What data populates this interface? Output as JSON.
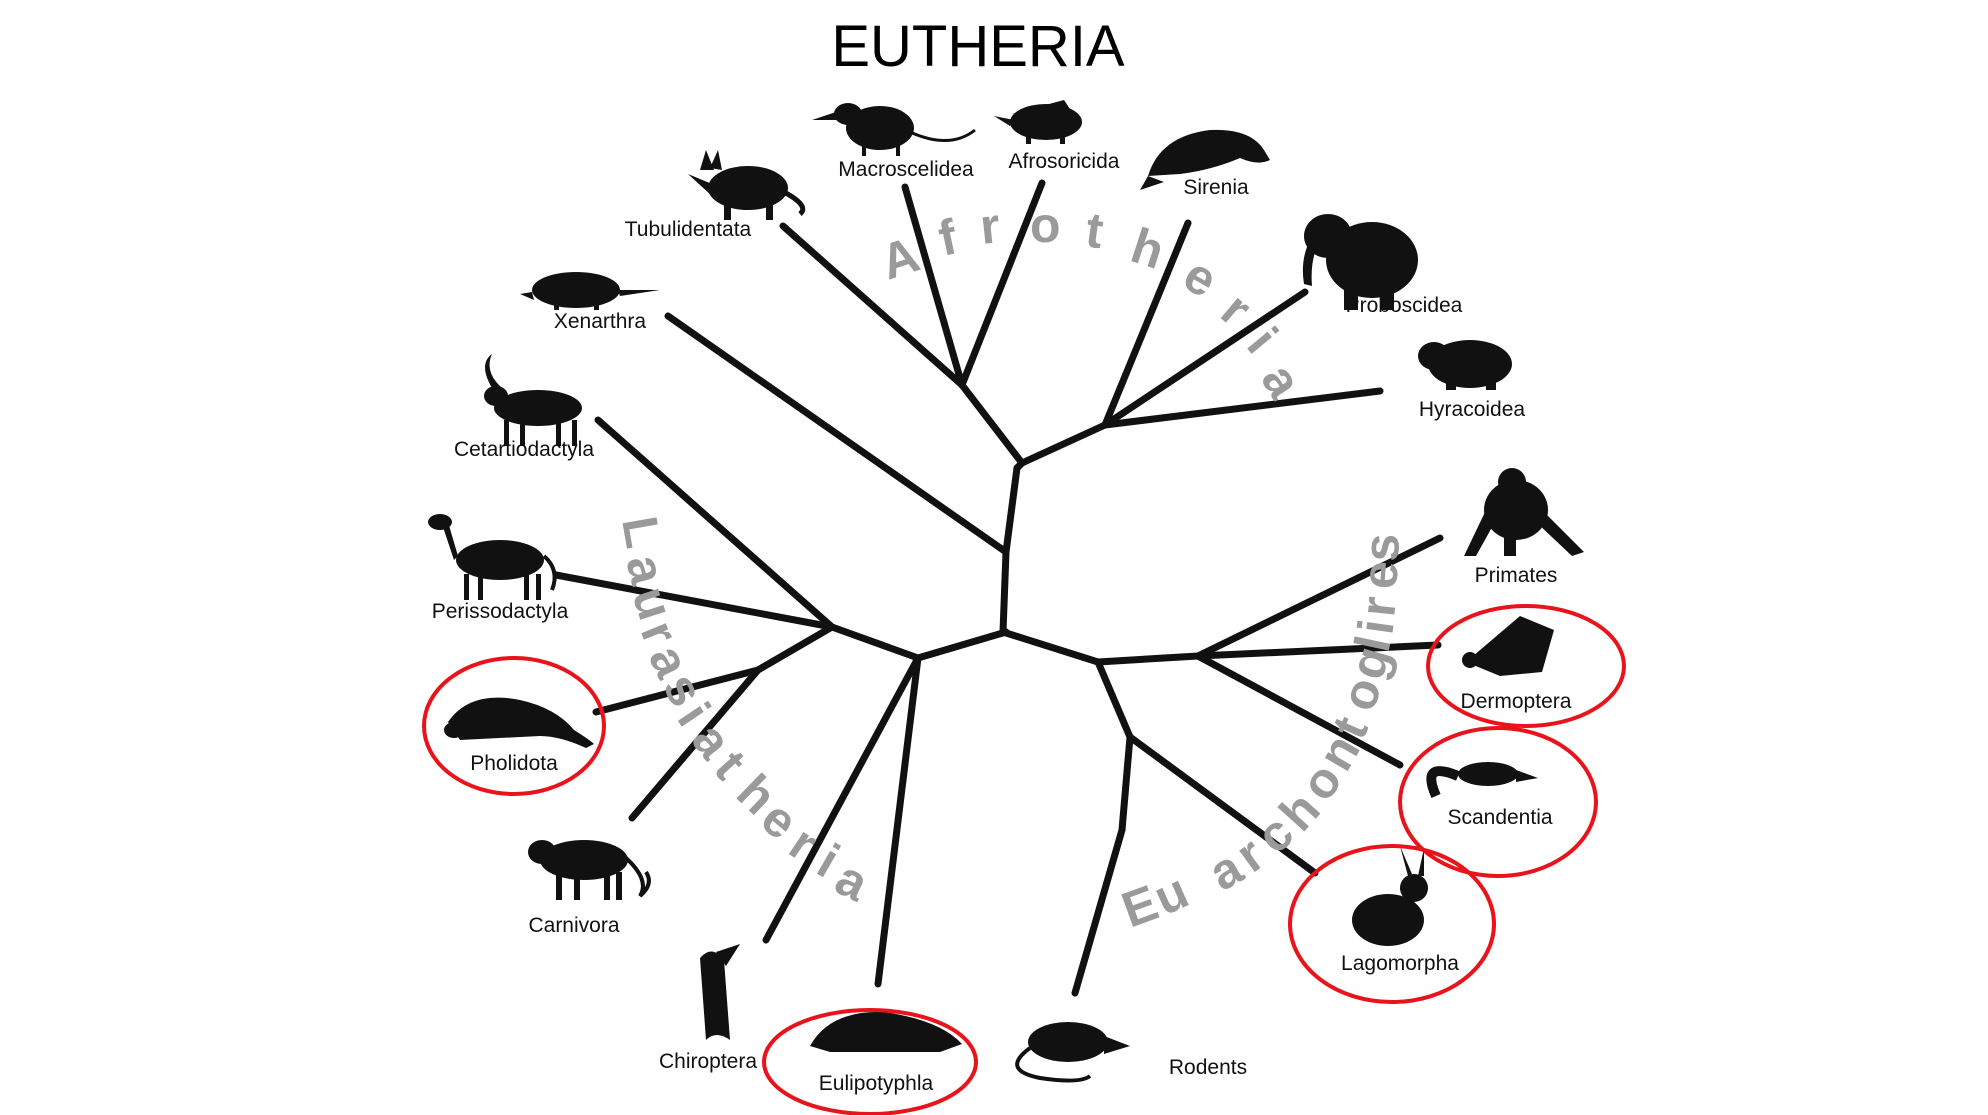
{
  "title": "EUTHERIA",
  "clades": {
    "afrotheria": [
      "A",
      "f",
      "r",
      "o",
      "t",
      "h",
      "e",
      "r",
      "i",
      "a"
    ],
    "laurasiatheria": [
      "L",
      "a",
      "u",
      "r",
      "a",
      "s",
      "i",
      "a",
      "t",
      "h",
      "e",
      "r",
      "i",
      "a"
    ],
    "euarchontoglires": [
      "E",
      "u",
      "a",
      "r",
      "c",
      "h",
      "o",
      "n",
      "t",
      "o",
      "g",
      "l",
      "i",
      "r",
      "e",
      "s"
    ]
  },
  "taxa": {
    "macroscelidea": "Macroscelidea",
    "afrosoricida": "Afrosoricida",
    "sirenia": "Sirenia",
    "tubulidentata": "Tubulidentata",
    "proboscidea": "Proboscidea",
    "xenarthra": "Xenarthra",
    "hyracoidea": "Hyracoidea",
    "cetartiodactyla": "Cetartiodactyla",
    "primates": "Primates",
    "perissodactyla": "Perissodactyla",
    "dermoptera": "Dermoptera",
    "pholidota": "Pholidota",
    "scandentia": "Scandentia",
    "carnivora": "Carnivora",
    "lagomorpha": "Lagomorpha",
    "chiroptera": "Chiroptera",
    "eulipotyphla": "Eulipotyphla",
    "rodents": "Rodents"
  },
  "highlighted": [
    "Pholidota",
    "Eulipotyphla",
    "Dermoptera",
    "Scandentia",
    "Lagomorpha"
  ],
  "colors": {
    "highlight": "#e8131b",
    "branch": "#111111",
    "clade_label": "#9a9a9a"
  }
}
